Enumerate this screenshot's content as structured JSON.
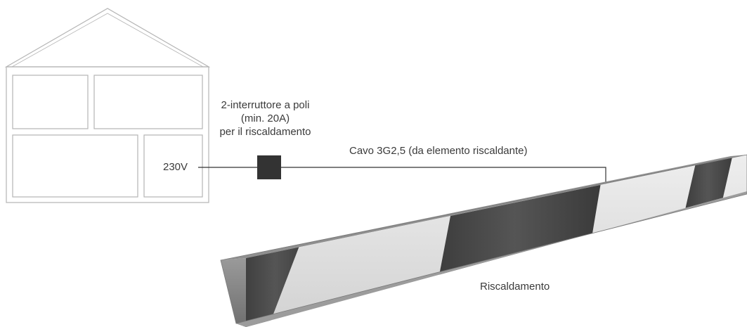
{
  "switch": {
    "line1": "2-interruttore a poli",
    "line2": "(min. 20A)",
    "line3": "per il riscaldamento"
  },
  "voltage": "230V",
  "cable": "Cavo 3G2,5 (da elemento riscaldante)",
  "heater": "Riscaldamento",
  "colors": {
    "outline": "#b5b5b5",
    "wire": "#333333",
    "switch": "#333333",
    "heater_light": "#e3e3e3",
    "heater_dark": "#444444",
    "heater_edge": "#8a8a8a"
  }
}
